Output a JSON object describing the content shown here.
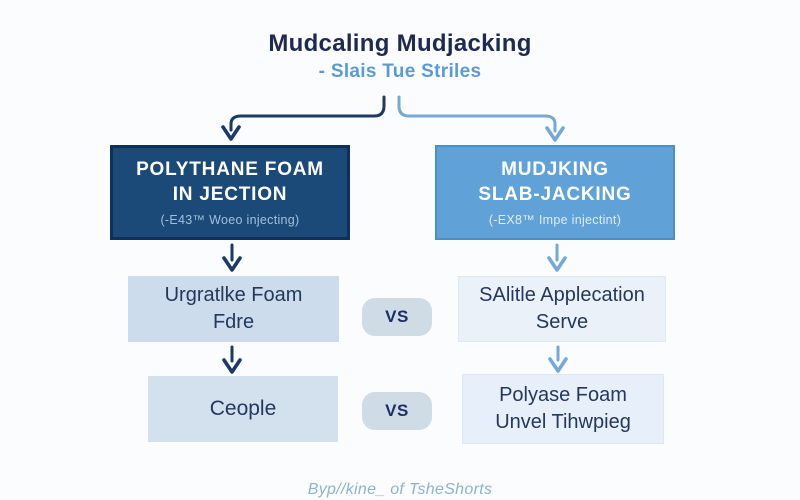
{
  "header": {
    "title": "Mudcaling Mudjacking",
    "subtitle": "- Slais Tue Striles"
  },
  "columns": {
    "left": {
      "main_box": {
        "title": "POLYTHANE FOAM\nIN JECTION",
        "subtitle": "(-E43™ Woeo injecting)"
      },
      "row2_label": "Urgratlke Foam\nFdre",
      "row3_label": "Ceople"
    },
    "right": {
      "main_box": {
        "title": "MUDJKING\nSLAB-JACKING",
        "subtitle": "(-EX8™ Impe injectint)"
      },
      "row2_label": "SAlitle Applecation\nServe",
      "row3_label": "Polyase Foam\nUnvel Tihwpieg"
    }
  },
  "vs_badges": {
    "row2": "VS",
    "row3": "VS"
  },
  "footer": {
    "caption": "Byp//kine_ of TsheShorts"
  },
  "colors": {
    "bg": "#fbfcfd",
    "title_navy": "#1e2a4e",
    "subtitle_blue": "#5b9bd5",
    "dark_box_fill": "#1b4a78",
    "dark_box_border": "#0e3158",
    "dark_box_subtitle": "#9fc0e0",
    "blue_box_fill": "#60a2d8",
    "blue_box_border": "#4a90c8",
    "blue_box_subtitle": "#ddeaf7",
    "row2_left_fill": "#ccdcec",
    "row2_right_fill": "#eaf1f9",
    "row3_left_fill": "#d3e1ee",
    "row3_right_fill": "#e7effa",
    "box_text": "#24385c",
    "vs_fill": "#cfdce6",
    "vs_text": "#1d2e66",
    "arrow_dark": "#1b3a66",
    "arrow_light": "#74a9d8",
    "footer_text": "#8fb3cc"
  }
}
